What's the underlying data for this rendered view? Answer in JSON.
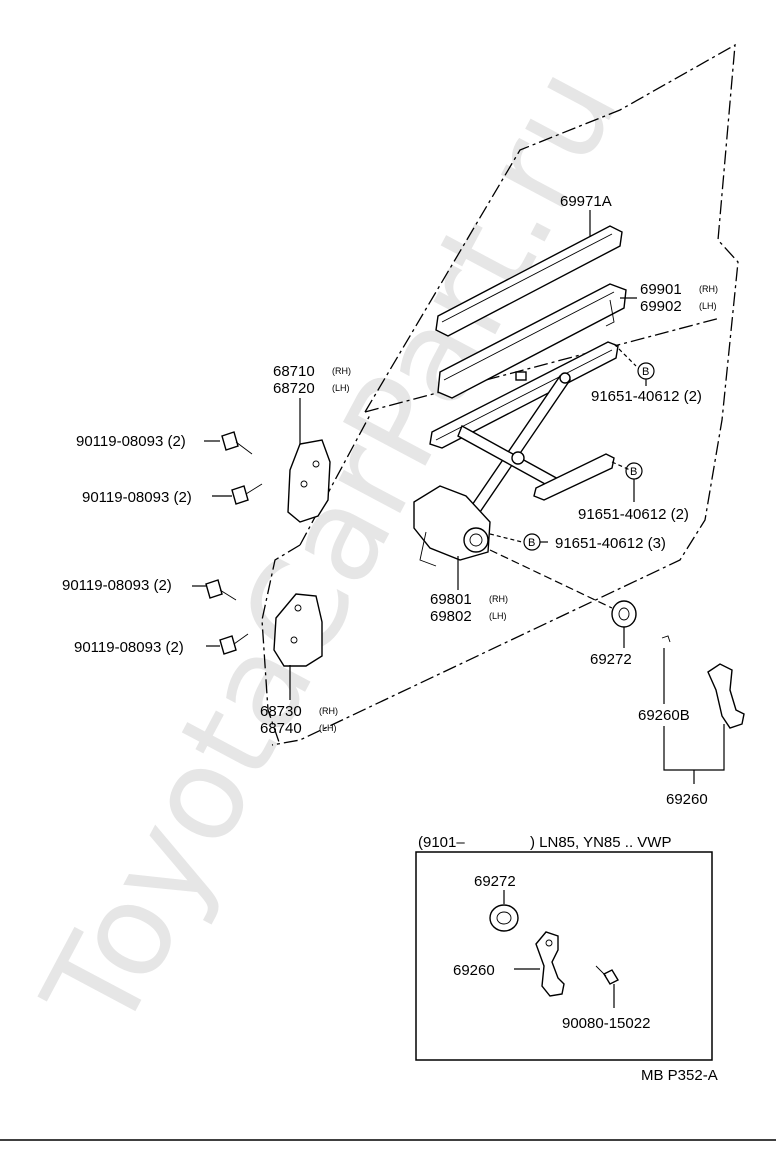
{
  "watermark": "ToyotaCarPart.ru",
  "drawing_id": "MB P352-A",
  "callouts": {
    "weatherstrip": "69971A",
    "channel_rh": "69901",
    "channel_lh": "69902",
    "bolt_b_1": "91651-40612 (2)",
    "bolt_b_2": "91651-40612 (2)",
    "bolt_b_3": "91651-40612 (3)",
    "b_marker": "B",
    "hinge_upper_rh": "68710",
    "hinge_upper_lh": "68720",
    "hinge_lower_rh": "68730",
    "hinge_lower_lh": "68740",
    "bolt_1": "90119-08093 (2)",
    "bolt_2": "90119-08093 (2)",
    "bolt_3": "90119-08093 (2)",
    "bolt_4": "90119-08093 (2)",
    "regulator_rh": "69801",
    "regulator_lh": "69802",
    "escutcheon": "69272",
    "handle_sub": "69260B",
    "handle_assy": "69260",
    "rh": "(RH)",
    "lh": "(LH)"
  },
  "inset": {
    "range_start": "(9101–",
    "range_models": ") LN85, YN85 .. VWP",
    "escutcheon": "69272",
    "handle": "69260",
    "screw": "90080-15022"
  }
}
